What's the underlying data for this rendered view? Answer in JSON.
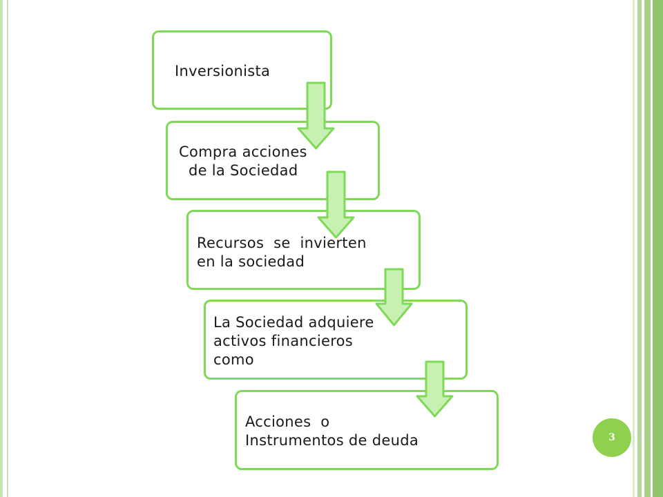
{
  "steps": [
    {
      "text": "Inversionista"
    },
    {
      "text": "Compra acciones\n  de la Sociedad"
    },
    {
      "text": "Recursos  se  invierten\nen la sociedad"
    },
    {
      "text": "La Sociedad adquiere\nactivos financieros\ncomo"
    },
    {
      "text": "Acciones  o\nInstrumentos de deuda"
    }
  ],
  "page_number": "3",
  "colors": {
    "box_border": "#7ed957",
    "arrow_fill": "#c9f0b3",
    "arrow_stroke": "#7ed957",
    "page_badge": "#8fd14f"
  }
}
